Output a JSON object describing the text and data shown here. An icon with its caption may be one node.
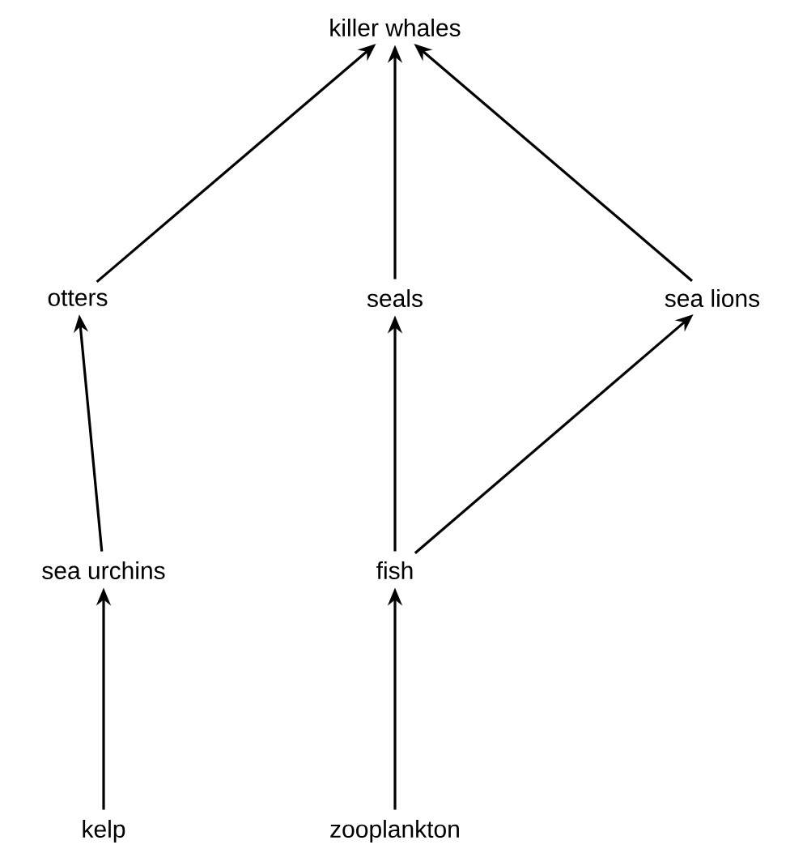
{
  "diagram": {
    "nodes": [
      {
        "text": [
          "killer whales"
        ]
      },
      {
        "text": [
          "otters"
        ]
      },
      {
        "text": [
          "seals"
        ]
      },
      {
        "text": [
          "sea lions"
        ]
      },
      {
        "text": [
          "sea urchins"
        ]
      },
      {
        "text": [
          "fish"
        ]
      },
      {
        "text": [
          "kelp"
        ]
      },
      {
        "text": [
          "zooplankton"
        ]
      }
    ],
    "edges": [
      {
        "from": 1,
        "to": 0,
        "arrow": "to"
      },
      {
        "from": 2,
        "to": 0,
        "arrow": "to"
      },
      {
        "from": 3,
        "to": 0,
        "arrow": "to"
      },
      {
        "from": 4,
        "to": 1,
        "arrow": "to"
      },
      {
        "from": 5,
        "to": 2,
        "arrow": "to"
      },
      {
        "from": 5,
        "to": 3,
        "arrow": "to"
      },
      {
        "from": 6,
        "to": 4,
        "arrow": "to"
      },
      {
        "from": 7,
        "to": 5,
        "arrow": "to"
      }
    ]
  }
}
